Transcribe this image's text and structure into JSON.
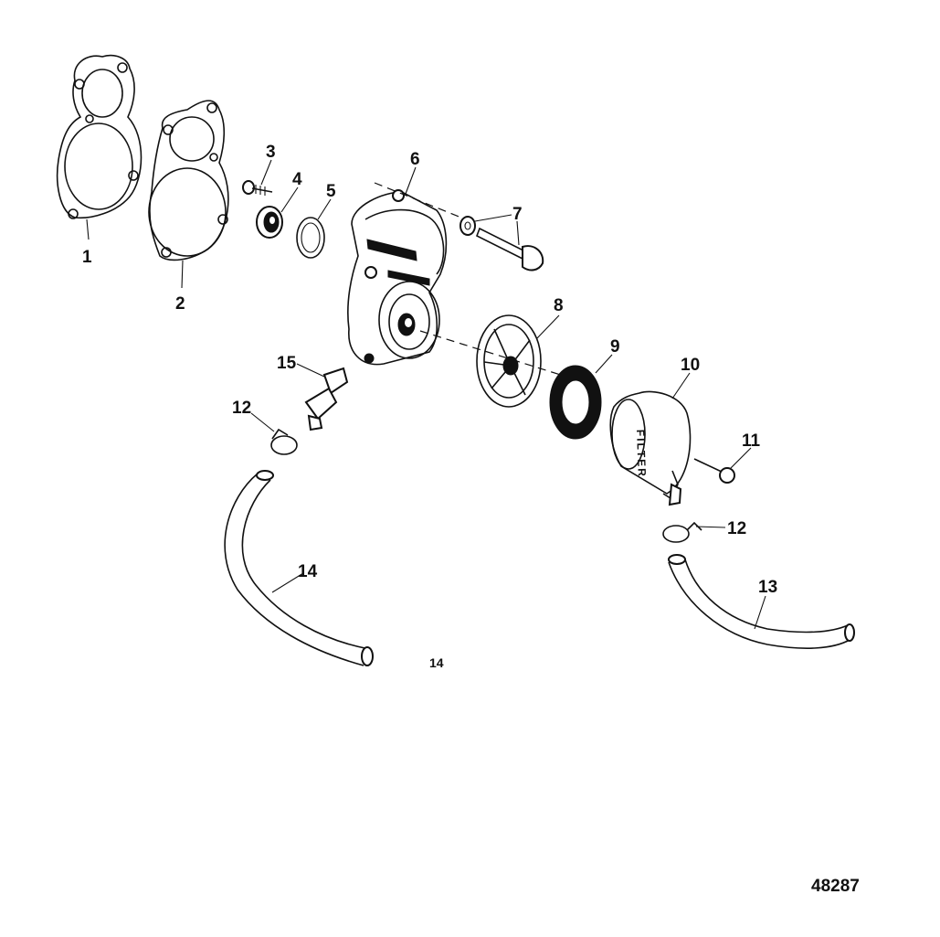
{
  "diagram": {
    "callouts": {
      "c1": "1",
      "c2": "2",
      "c3": "3",
      "c4": "4",
      "c5": "5",
      "c6": "6",
      "c7": "7",
      "c8": "8",
      "c9": "9",
      "c10": "10",
      "c11": "11",
      "c12a": "12",
      "c12b": "12",
      "c13": "13",
      "c14": "14",
      "c15": "15"
    },
    "hose_note": "14",
    "filter_label": "FILTER",
    "figure_id": "48287"
  }
}
